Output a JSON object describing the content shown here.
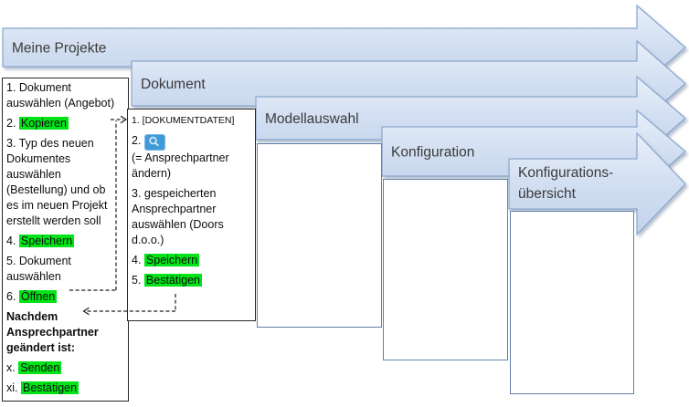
{
  "banners": [
    {
      "label": "Meine Projekte"
    },
    {
      "label": "Dokument"
    },
    {
      "label": "Modellauswahl"
    },
    {
      "label": "Konfiguration"
    },
    {
      "label": "Konfigurations-übersicht",
      "label_lines": [
        "Konfigurations-",
        "übersicht"
      ]
    }
  ],
  "box1": {
    "items": [
      {
        "lines": [
          [
            {
              "t": "1. Dokument"
            }
          ],
          [
            {
              "t": "auswählen (Angebot)"
            }
          ]
        ]
      },
      {
        "lines": [
          [
            {
              "t": "2. "
            },
            {
              "t": "Kopieren",
              "h": true
            }
          ]
        ]
      },
      {
        "lines": [
          [
            {
              "t": "3. Typ des neuen"
            }
          ],
          [
            {
              "t": "Dokumentes"
            }
          ],
          [
            {
              "t": "auswählen"
            }
          ],
          [
            {
              "t": "(Bestellung) und ob"
            }
          ],
          [
            {
              "t": "es im neuen Projekt"
            }
          ],
          [
            {
              "t": "erstellt werden soll"
            }
          ]
        ]
      },
      {
        "lines": [
          [
            {
              "t": "4. "
            },
            {
              "t": "Speichern",
              "h": true
            }
          ]
        ]
      },
      {
        "lines": [
          [
            {
              "t": "5. Dokument"
            }
          ],
          [
            {
              "t": "auswählen"
            }
          ]
        ]
      },
      {
        "lines": [
          [
            {
              "t": "6. "
            },
            {
              "t": "Öffnen",
              "h": true
            }
          ]
        ]
      },
      {
        "lines": [
          [
            {
              "t": "Nachdem",
              "b": true
            }
          ],
          [
            {
              "t": "Ansprechpartner",
              "b": true
            }
          ],
          [
            {
              "t": "geändert ist:",
              "b": true
            }
          ]
        ]
      },
      {
        "lines": [
          [
            {
              "t": "x. "
            },
            {
              "t": "Senden",
              "h": true
            }
          ]
        ]
      },
      {
        "lines": [
          [
            {
              "t": "xi. "
            },
            {
              "t": "Bestätigen",
              "h": true
            }
          ]
        ]
      }
    ]
  },
  "box2": {
    "items": [
      {
        "size": "small",
        "lines": [
          [
            {
              "t": "1. [DOKUMENTDATEN]"
            }
          ]
        ]
      },
      {
        "lines": [
          [
            {
              "t": "2. "
            },
            {
              "icon": "magnifier"
            }
          ],
          [
            {
              "t": "(= Ansprechpartner"
            }
          ],
          [
            {
              "t": "ändern)"
            }
          ]
        ]
      },
      {
        "lines": [
          [
            {
              "t": "3. gespeicherten"
            }
          ],
          [
            {
              "t": "Ansprechpartner"
            }
          ],
          [
            {
              "t": "auswählen (Doors"
            }
          ],
          [
            {
              "t": "d.o.o.)"
            }
          ]
        ]
      },
      {
        "lines": [
          [
            {
              "t": "4. "
            },
            {
              "t": "Speichern",
              "h": true
            }
          ]
        ]
      },
      {
        "lines": [
          [
            {
              "t": "5. "
            },
            {
              "t": "Bestätigen",
              "h": true
            }
          ]
        ]
      }
    ]
  },
  "connectors": [
    {
      "from": "6. Öffnen",
      "to": "1. [DOKUMENTDATEN]"
    },
    {
      "from": "5. Bestätigen",
      "to": "Nachdem"
    }
  ],
  "colors": {
    "highlight_green": "#00e418",
    "banner_fill_top": "#e8eff9",
    "banner_fill_bottom": "#c1d2eb",
    "banner_border": "#8aa6cc",
    "box_border_dark": "#262626",
    "box_border_blue": "#5f80a8",
    "magnifier_button_blue": "#3f9bd8"
  }
}
